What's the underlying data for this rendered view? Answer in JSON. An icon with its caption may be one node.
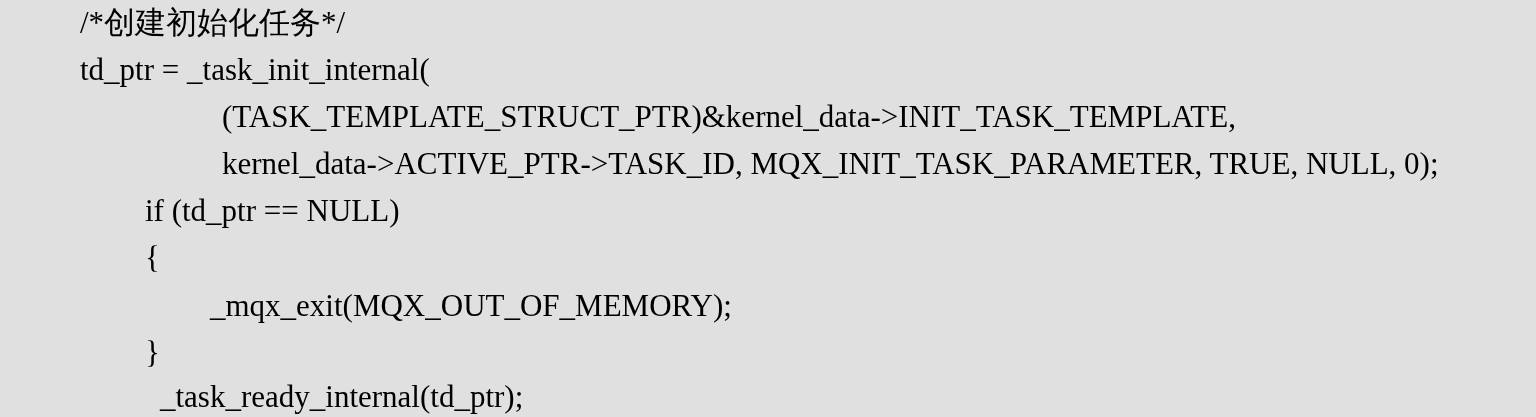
{
  "diagram": {
    "labels": [
      "/*创建初始化任务*/",
      "td_ptr = _task_init_internal(",
      "(TASK_TEMPLATE_STRUCT_PTR)&kernel_data->INIT_TASK_TEMPLATE,",
      "kernel_data->ACTIVE_PTR->TASK_ID, MQX_INIT_TASK_PARAMETER, TRUE, NULL, 0);",
      "if (td_ptr == NULL)",
      "{",
      "_mqx_exit(MQX_OUT_OF_MEMORY);",
      "}",
      "_task_ready_internal(td_ptr);"
    ]
  }
}
